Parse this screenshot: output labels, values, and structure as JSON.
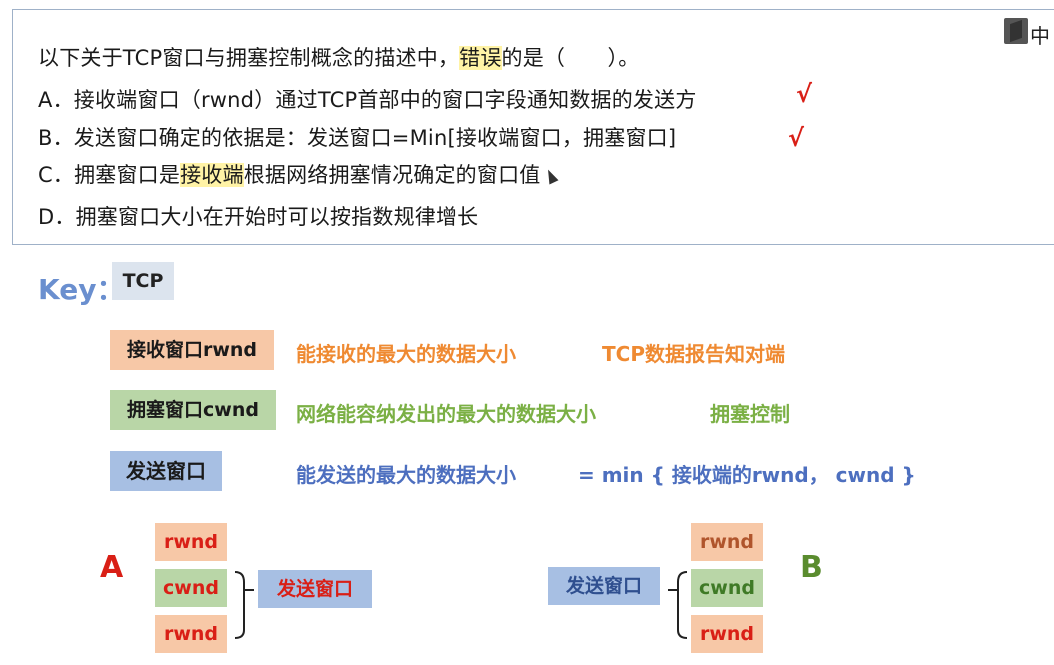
{
  "question": {
    "stem_pre": "以下关于TCP窗口与拥塞控制概念的描述中，",
    "stem_highlight": "错误",
    "stem_post": "的是（　　）。",
    "option_a": "A．接收端窗口（rwnd）通过TCP首部中的窗口字段通知数据的发送方",
    "option_b": "B．发送窗口确定的依据是：发送窗口=Min[接收端窗口，拥塞窗口]",
    "option_c_pre": "C．拥塞窗口是",
    "option_c_highlight": "接收端",
    "option_c_post": "根据网络拥塞情况确定的窗口值",
    "option_d": "D．拥塞窗口大小在开始时可以按指数规律增长",
    "check_mark": "√",
    "corner_char": "中"
  },
  "key": {
    "label": "Key：",
    "tag": "TCP"
  },
  "rows": [
    {
      "tag": "接收窗口rwnd",
      "desc1": "能接收的最大的数据大小",
      "desc2": "TCP数据报告知对端"
    },
    {
      "tag": "拥塞窗口cwnd",
      "desc1": "网络能容纳发出的最大的数据大小",
      "desc2": "拥塞控制"
    },
    {
      "tag": "发送窗口",
      "desc1": "能发送的最大的数据大小",
      "desc2": "= min { 接收端的rwnd， cwnd }"
    }
  ],
  "diagram_a": {
    "letter": "A",
    "boxes": [
      "rwnd",
      "cwnd",
      "rwnd"
    ],
    "result": "发送窗口"
  },
  "diagram_b": {
    "letter": "B",
    "boxes": [
      "rwnd",
      "cwnd",
      "rwnd"
    ],
    "result": "发送窗口"
  },
  "colors": {
    "orange_box": "#f7c8a7",
    "green_box": "#b9d6a7",
    "blue_box": "#a7bfe3",
    "red": "#d91f16",
    "highlight": "#fff3a6"
  }
}
